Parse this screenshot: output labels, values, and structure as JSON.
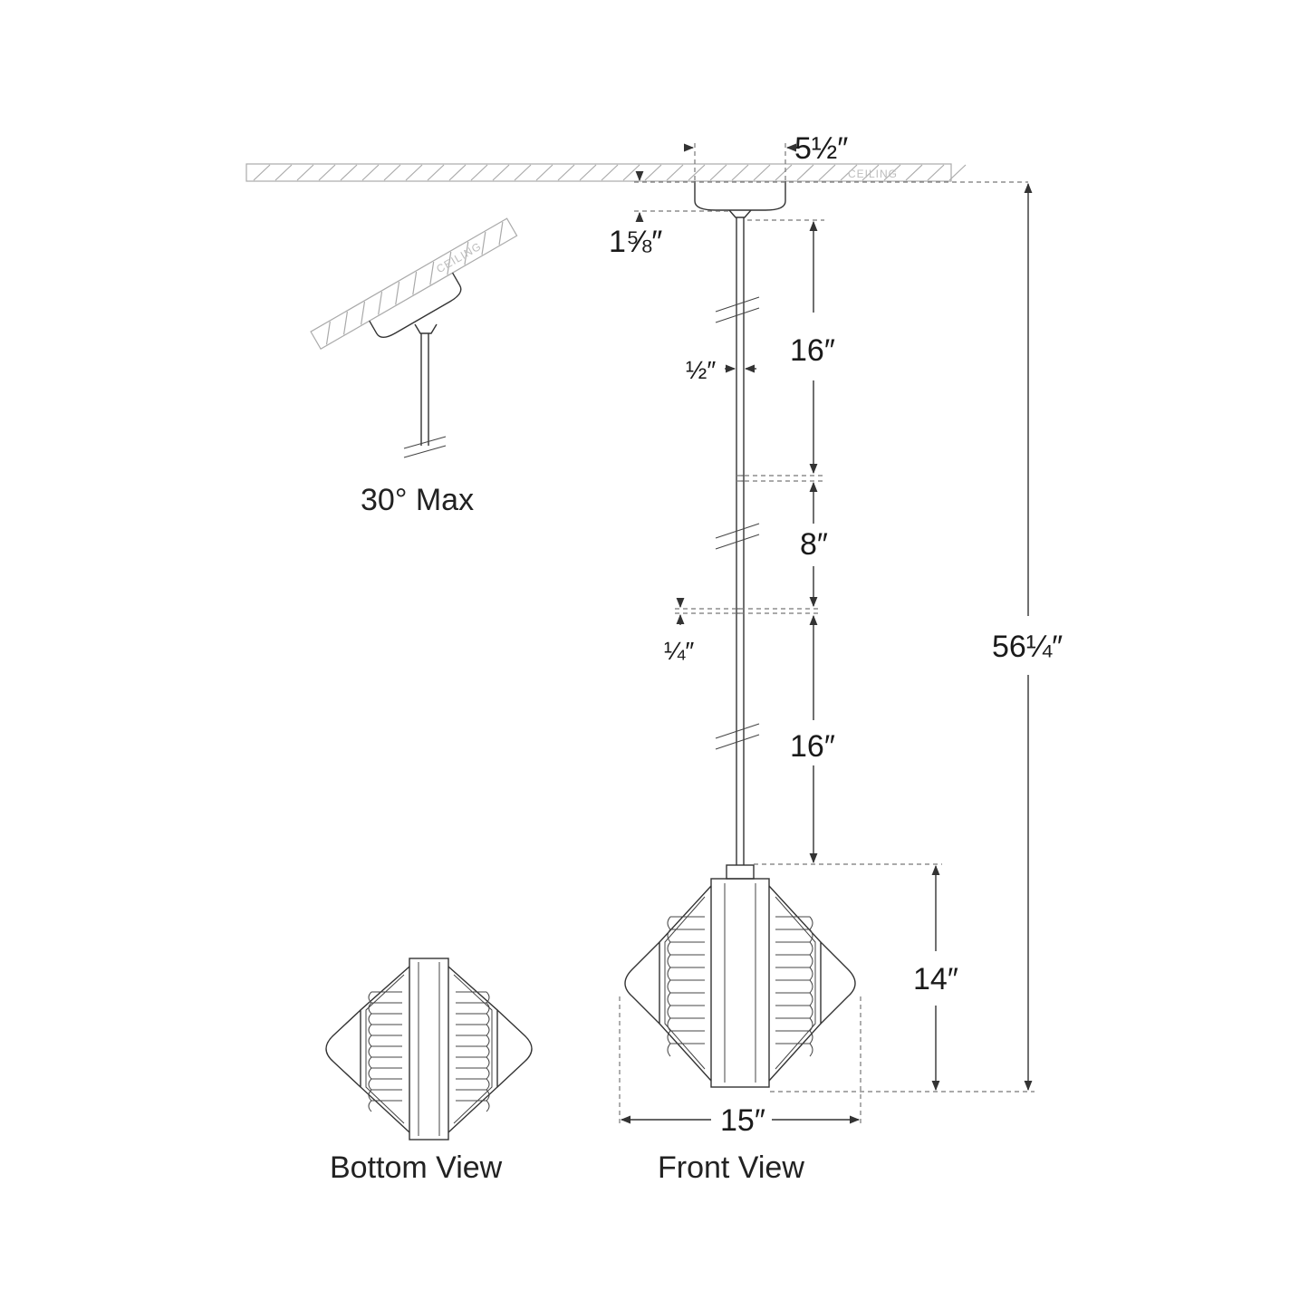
{
  "ceiling": {
    "label": "CEILING"
  },
  "angled_view": {
    "ceiling_label": "CEILING",
    "caption": "30° Max"
  },
  "dimensions": {
    "canopy_width": "5½″",
    "canopy_height": "1⅝″",
    "rod_diameter": "½″",
    "rod_1": "16″",
    "rod_2": "8″",
    "rod_gap": "¼″",
    "rod_3": "16″",
    "overall_height": "56¼″",
    "shade_height": "14″",
    "shade_width": "15″"
  },
  "views": {
    "bottom_caption": "Bottom View",
    "front_caption": "Front View"
  },
  "colors": {
    "line": "#333333",
    "hatch": "#aaaaaa",
    "text": "#1a1a1a"
  }
}
